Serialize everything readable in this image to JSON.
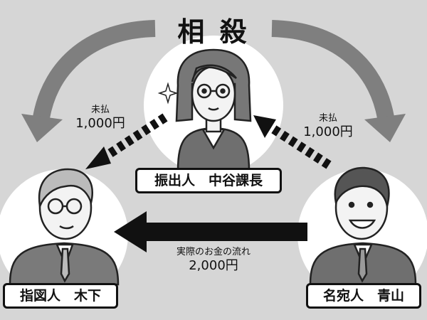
{
  "title": "相 殺",
  "persons": {
    "center": {
      "name": "振出人　中谷課長"
    },
    "left": {
      "name": "指図人　木下"
    },
    "right": {
      "name": "名宛人　青山"
    }
  },
  "arrows": {
    "left_debt": {
      "label": "未払",
      "amount": "1,000円"
    },
    "right_debt": {
      "label": "未払",
      "amount": "1,000円"
    },
    "money_flow": {
      "label": "実際のお金の流れ",
      "amount": "2,000円"
    }
  },
  "colors": {
    "background": "#d6d6d6",
    "curved_arrow": "#7f7f7f",
    "dotted_arrow": "#111111",
    "solid_arrow": "#111111",
    "spotlight": "#ffffff"
  }
}
